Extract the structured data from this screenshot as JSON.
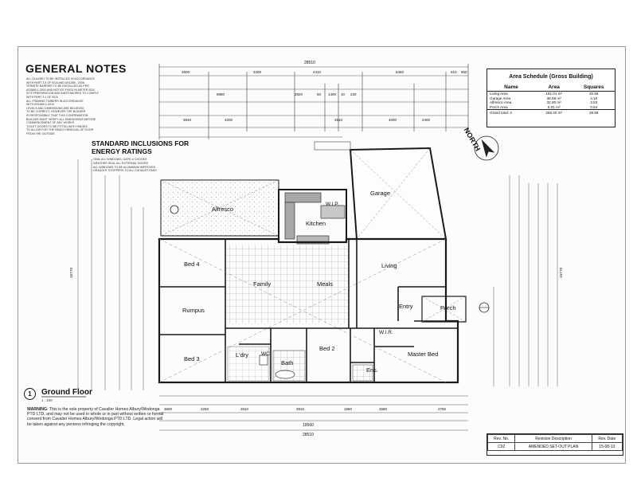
{
  "notes": {
    "title": "GENERAL NOTES",
    "lines": [
      "ALL GLAZING TO BE INSTALLED IN ACCORDANCE",
      "WITH PART 3.6 OF BCA AND AS1288 - 2006",
      "TERMITE BARRIER TO BE INSTALLED AS PER",
      "AS3660.1:2000 AND NOTICE FIXED IN METER BOX",
      "SITE PREPARATION AND EARTHWORKS TO COMPLY",
      "WITH PART 3.1 OF BCA",
      "ALL FRAMING TIMBERS IN ACCORDANCE",
      "WITH AS1684.2-2010",
      "LEVELS AND DIMENSIONS ARE BELIEVED",
      "TO BE CORRECT, HOWEVER THE BUILDER",
      "IS RESPONSIBLE THAT THIS CONFIRMATION",
      "BUILDER MUST VERIFY ALL DIMENSIONS BEFORE",
      "COMMENCEMENT OF ANY WORKS",
      "TOILET DOORS TO BE FITTED WITH HINGES",
      "TO ALLOW FOR THE READY REMOVAL OF DOOR",
      "FROM THE OUTSIDE"
    ]
  },
  "standard": {
    "title": "STANDARD INCLUSIONS FOR ENERGY RATINGS",
    "lines": [
      "- SEAL ALL WINDOWS, GAPS & CHOOKS",
      "- WEATHER SEAL ALL EXTERNAL DOORS",
      "- ALL WINDOWS TO BE ALUMINIUM IMPROVED",
      "- DRAUGHT STOPPERS TO ALL EXHAUST FANS"
    ]
  },
  "area_schedule": {
    "title": "Area Schedule (Gross Building)",
    "headers": [
      "Name",
      "Area",
      "Squares"
    ],
    "rows": [
      {
        "name": "Living Area",
        "area": "191.01 m²",
        "squares": "20.56"
      },
      {
        "name": "Garage Area",
        "area": "38.68 m²",
        "squares": "4.16"
      },
      {
        "name": "Alfresco Area",
        "area": "32.80 m²",
        "squares": "3.53"
      },
      {
        "name": "Porch Area",
        "area": "5.01 m²",
        "squares": "0.54"
      }
    ],
    "total": {
      "name": "Grand total: 4",
      "area": "268.40 m²",
      "squares": "28.89"
    }
  },
  "revisions": {
    "headers": [
      "Rev. No.",
      "Revision Description",
      "Rev. Date"
    ],
    "rows": [
      {
        "no": "C02",
        "desc": "AMENDED SET-OUT PLAN",
        "date": "15-08-13"
      }
    ]
  },
  "drawing": {
    "number": "1",
    "title": "Ground Floor",
    "scale": "1 : 100",
    "north": "NORTH"
  },
  "warning": {
    "label": "WARNING",
    "text": "This is the sole property of Cavalier Homes Albury/Wodonga PTD LTD, and may not be used in whole or in part without written or formal consent from Cavalier Homes Albury/Wodonga PTD LTD. Legal action will be taken against any persons infringing the copyright."
  },
  "rooms": {
    "alfresco": "Alfresco",
    "garage": "Garage",
    "kitchen": "Kitchen",
    "wip": "W.I.P.",
    "bed4": "Bed 4",
    "family": "Family",
    "meals": "Meals",
    "living": "Living",
    "rumpus": "Rumpus",
    "entry": "Entry",
    "porch": "Porch",
    "bed3": "Bed 3",
    "ldry": "L'dry",
    "wc": "WC",
    "bath": "Bath",
    "bed2": "Bed 2",
    "wir": "W.I.R.",
    "ens": "Ens.",
    "master": "Master Bed"
  },
  "dims": {
    "overall": "28510",
    "top_row": [
      "4600",
      "3400",
      "4410",
      "6460",
      "610",
      "950"
    ],
    "second_row": [
      "8880",
      "2820",
      "50",
      "1400",
      "10",
      "230"
    ],
    "third_row": [
      "3840",
      "4200",
      "4510",
      "4000",
      "2400"
    ],
    "bottom_total": "19560",
    "bottom_overall": "28510",
    "left_total": "15770",
    "right_total": "15770",
    "bottom_row": [
      "3600",
      "2250",
      "2810",
      "3910",
      "1960",
      "4580",
      "2750"
    ]
  },
  "colors": {
    "wall": "#1a1a1a",
    "dim": "#555555",
    "hatch": "#7a7a7a"
  }
}
